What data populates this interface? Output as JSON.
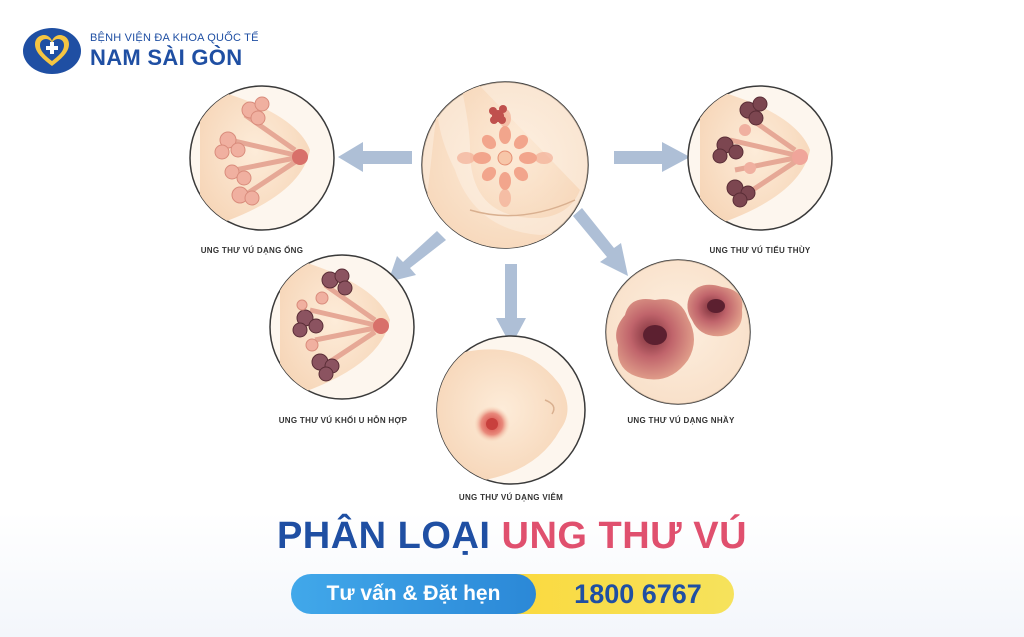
{
  "brand": {
    "subtitle": "BỆNH VIỆN ĐA KHOA QUỐC TẾ",
    "name": "NAM SÀI GÒN"
  },
  "diagram": {
    "labels": {
      "ductal": "UNG THƯ VÚ DẠNG ỐNG",
      "lobular": "UNG THƯ VÚ TIỂU THÙY",
      "mixed": "UNG THƯ VÚ KHỐI U HỖN HỢP",
      "mucinous": "UNG THƯ VÚ DẠNG NHẦY",
      "inflammatory": "UNG THƯ VÚ DẠNG VIÊM"
    }
  },
  "heading": {
    "part1": "PHÂN LOẠI",
    "part2": "UNG THƯ VÚ"
  },
  "cta": {
    "label": "Tư vấn & Đặt hẹn",
    "phone": "1800 6767"
  },
  "colors": {
    "brand_blue": "#1f4fa3",
    "accent_pink": "#e0506e",
    "cta_blue": "#2b88d7",
    "cta_yellow": "#fbd83a",
    "skin": "#fbe3cb",
    "arrow": "#aebfd6"
  }
}
